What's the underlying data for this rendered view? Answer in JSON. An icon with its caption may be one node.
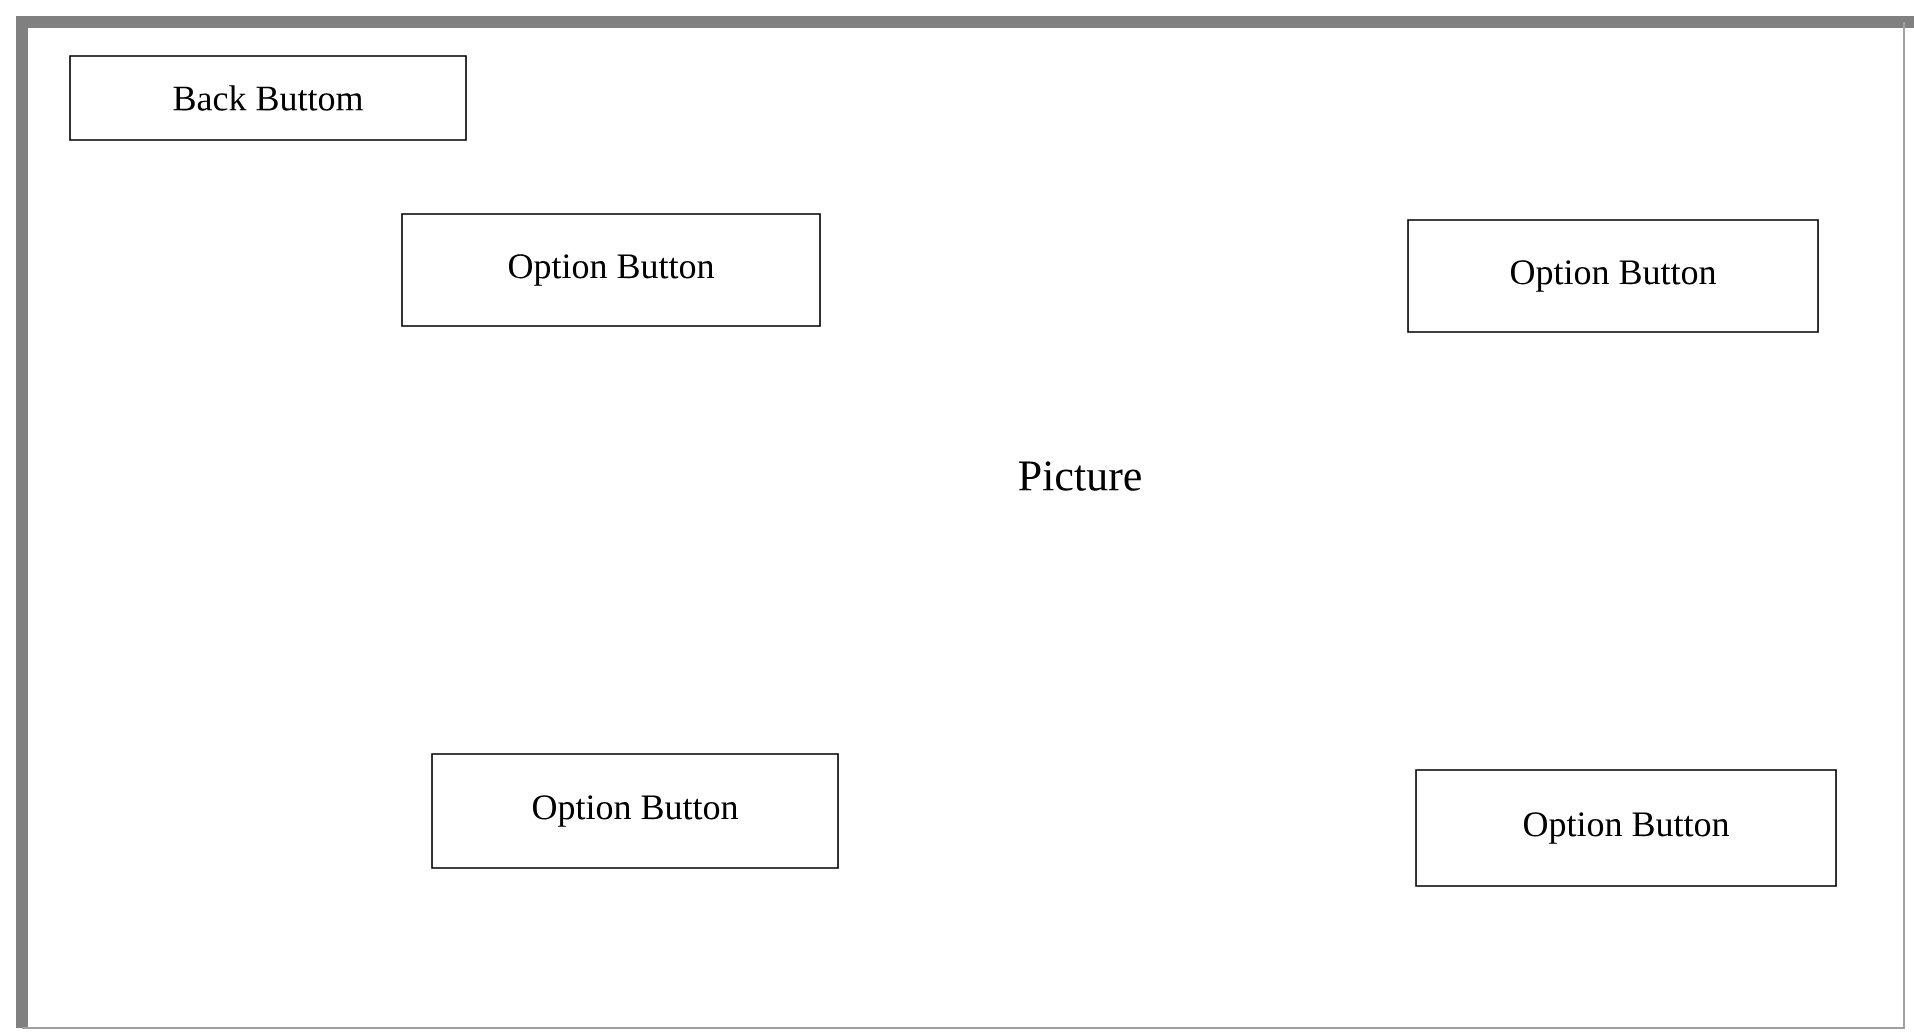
{
  "diagram": {
    "nodes": [
      {
        "text": [
          "Picture"
        ]
      },
      {
        "text": [
          "Back Buttom"
        ],
        "in": 0
      },
      {
        "text": [
          "Option Button"
        ],
        "in": 0
      },
      {
        "text": [
          "Option Button"
        ],
        "in": 0
      },
      {
        "text": [
          "Option Button"
        ],
        "in": 0
      },
      {
        "text": [
          "Option Button"
        ],
        "in": 0
      }
    ]
  }
}
